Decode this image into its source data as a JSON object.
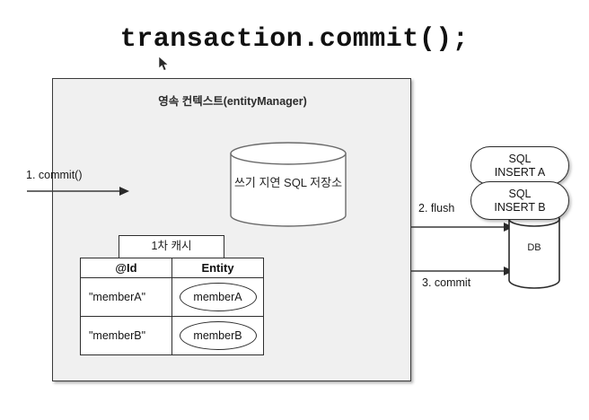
{
  "slide": {
    "title": "transaction.commit();"
  },
  "cursor": {
    "icon": "mouse-pointer-icon"
  },
  "persistence_context": {
    "title": "영속 컨텍스트(entityManager)",
    "fill_color": "#f0f0f0",
    "border_color": "#3a3a3a"
  },
  "sql_store": {
    "label": "쓰기 지연 SQL 저장소",
    "shape": "cylinder"
  },
  "first_level_cache": {
    "tab_label": "1차 캐시",
    "columns": [
      "@Id",
      "Entity"
    ],
    "rows": [
      {
        "id": "\"memberA\"",
        "entity": "memberA"
      },
      {
        "id": "\"memberB\"",
        "entity": "memberB"
      }
    ]
  },
  "arrows": [
    {
      "label": "1. commit()",
      "direction": "right"
    },
    {
      "label": "2. flush",
      "direction": "right"
    },
    {
      "label": "3. commit",
      "direction": "right"
    }
  ],
  "sql_statements": [
    {
      "line1": "SQL",
      "line2": "INSERT A"
    },
    {
      "line1": "SQL",
      "line2": "INSERT B"
    }
  ],
  "database": {
    "label": "DB",
    "shape": "cylinder"
  }
}
